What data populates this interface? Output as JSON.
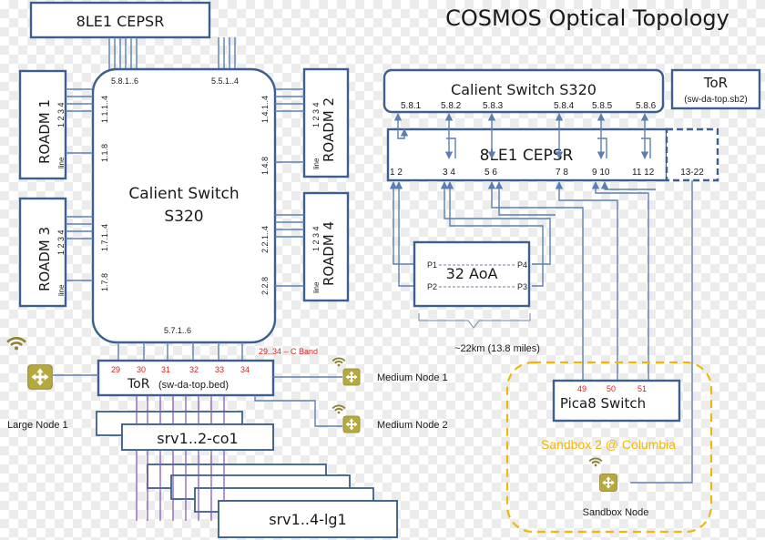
{
  "title": "COSMOS Optical Topology",
  "left": {
    "cepsr_top": "8LE1 CEPSR",
    "calient_main": [
      "Calient Switch",
      "S320"
    ],
    "roadm1": "ROADM 1",
    "roadm2": "ROADM 2",
    "roadm3": "ROADM 3",
    "roadm4": "ROADM 4",
    "line": "line",
    "port_label_a": "1 2 3 4",
    "port_label_b": "1 2 3 4",
    "ports": {
      "p581": "5.8.1..6",
      "p551": "5.5.1..4",
      "p114": "1.1.1..4",
      "p118": "1.1.8",
      "p174": "1.7.1..4",
      "p178": "1.7.8",
      "p141": "1.4.1..4",
      "p148": "1.4.8",
      "p221": "2.2.1..4",
      "p228": "2.2.8",
      "p571": "5.7.1..6"
    },
    "cband": "29..34 – C Band",
    "tor_ports": [
      "29",
      "30",
      "31",
      "32",
      "33",
      "34"
    ],
    "tor_label": "ToR",
    "tor_sub": "(sw-da-top.bed)",
    "large_node": "Large Node 1",
    "medium_node_1": "Medium Node 1",
    "medium_node_2": "Medium Node 2",
    "srv_a": "srv1..2-co1",
    "srv_b": "srv1..4-lg1"
  },
  "right": {
    "calient": "Calient Switch S320",
    "cepsr": "8LE1 CEPSR",
    "tor": "ToR",
    "tor_sub": "(sw-da-top.sb2)",
    "calient_ports": [
      "5.8.1",
      "5.8.2",
      "5.8.3",
      "5.8.4",
      "5.8.5",
      "5.8.6"
    ],
    "cepsr_ports": [
      "1 2",
      "3 4",
      "5 6",
      "7 8",
      "9 10",
      "11 12"
    ],
    "range": "13-22",
    "aoa": "32 AoA",
    "aoa_ports": [
      "P1",
      "P2",
      "P4",
      "P3"
    ],
    "distance": "~22km (13.8 miles)",
    "pica": "Pica8 Switch",
    "pica_ports": [
      "49",
      "50",
      "51"
    ],
    "sandbox": "Sandbox 2 @ Columbia",
    "sandbox_node": "Sandbox Node"
  },
  "colors": {
    "box_stroke": "#3b5f8f",
    "link": "#5b7fb5",
    "port_red": "#e01b1b",
    "sandbox_orange": "#f2b705",
    "node_olive": "#b5a93e"
  },
  "icons": [
    "wifi-icon",
    "router-icon"
  ]
}
